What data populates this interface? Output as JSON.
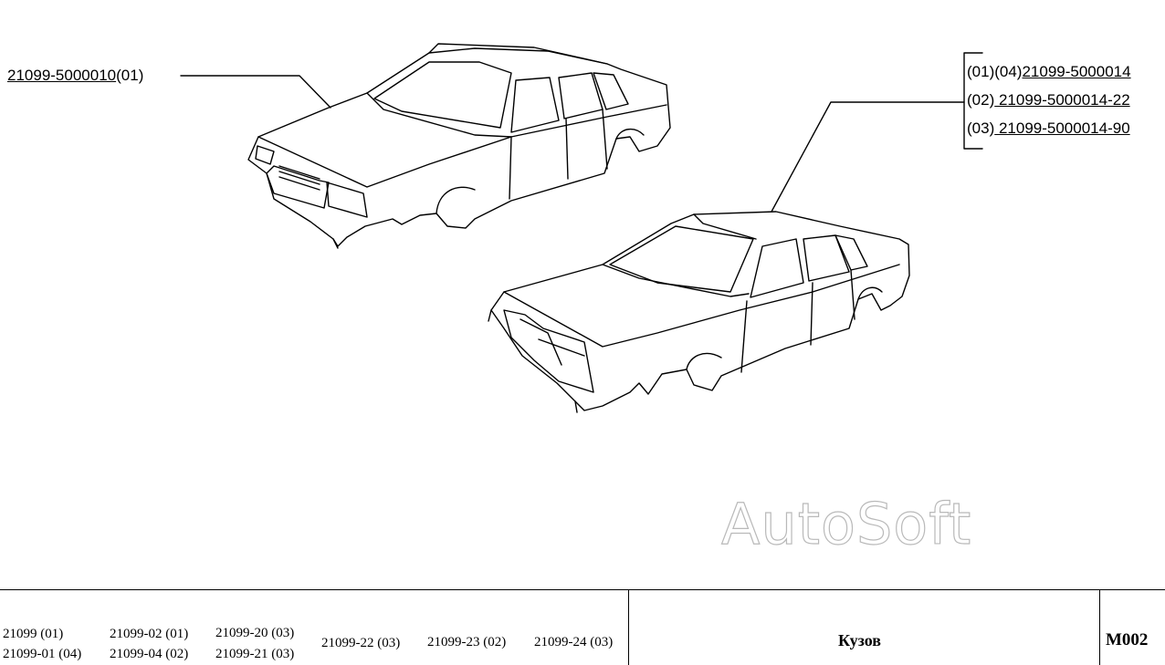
{
  "callouts": {
    "left": {
      "part_number": "21099-5000010",
      "variant": "(01)"
    },
    "right": [
      {
        "variant": "(01)(04)",
        "part_number": "21099-5000014"
      },
      {
        "variant": "(02)",
        "part_number": " 21099-5000014-22"
      },
      {
        "variant": "(03)",
        "part_number": " 21099-5000014-90"
      }
    ]
  },
  "watermark": "AutoSoft",
  "title_block": {
    "models": [
      {
        "a": "21099 (01)",
        "b": "21099-01 (04)"
      },
      {
        "a": "21099-02 (01)",
        "b": "21099-04 (02)"
      },
      {
        "a": "21099-20 (03)",
        "b": "21099-21 (03)"
      },
      {
        "single": "21099-22 (03)"
      },
      {
        "single": "21099-23 (02)"
      },
      {
        "single": "21099-24 (03)"
      }
    ],
    "title": "Кузов",
    "sheet_code": "M002"
  }
}
